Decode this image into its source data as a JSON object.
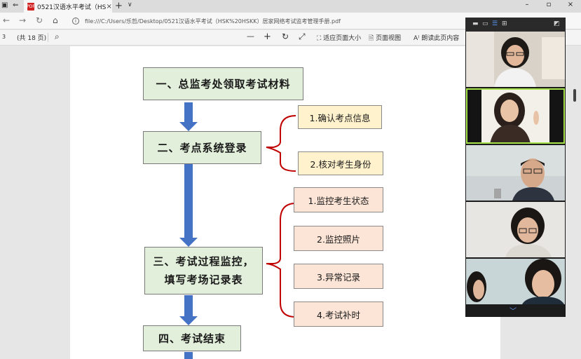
{
  "tab": {
    "title": "0521汉语水平考试（HS",
    "badge": "PDF",
    "close": "×",
    "new_tab": "+",
    "list": "∨"
  },
  "window": {
    "minimize": "–",
    "maximize": "▫",
    "close": "×"
  },
  "address_bar": {
    "url": "file:///C:/Users/乐哲/Desktop/0521汉语水平考试（HSK%20HSKK）居家网络考试监考管理手册.pdf",
    "info": "i"
  },
  "pdf_toolbar": {
    "page_number": "3",
    "page_total": "(共 18 页)",
    "zoom_out": "—",
    "zoom_in": "+",
    "fit_page": "适应页面大小",
    "page_view": "页面视图",
    "read_aloud": "朗读此页内容"
  },
  "flowchart": {
    "step1": "一、总监考处领取考试材料",
    "step2": "二、考点系统登录",
    "step2_sub": [
      "1.确认考点信息",
      "2.核对考生身份"
    ],
    "step3_line1": "三、考试过程监控，",
    "step3_line2": "填写考场记录表",
    "step3_sub": [
      "1.监控考生状态",
      "2.监控照片",
      "3.异常记录",
      "4.考试补时"
    ],
    "step4": "四、考试结束"
  },
  "colors": {
    "green_box": "#e2efda",
    "yellow_box": "#fff2cc",
    "peach_box": "#fce4d6",
    "arrow": "#4472c4",
    "brace": "#c00000",
    "active_speaker": "#a6e34b"
  },
  "video_participants": [
    {
      "name": "participant-1",
      "active": false
    },
    {
      "name": "participant-2",
      "active": true
    },
    {
      "name": "participant-3",
      "active": false
    },
    {
      "name": "participant-4",
      "active": false
    },
    {
      "name": "participant-5",
      "active": false
    }
  ]
}
